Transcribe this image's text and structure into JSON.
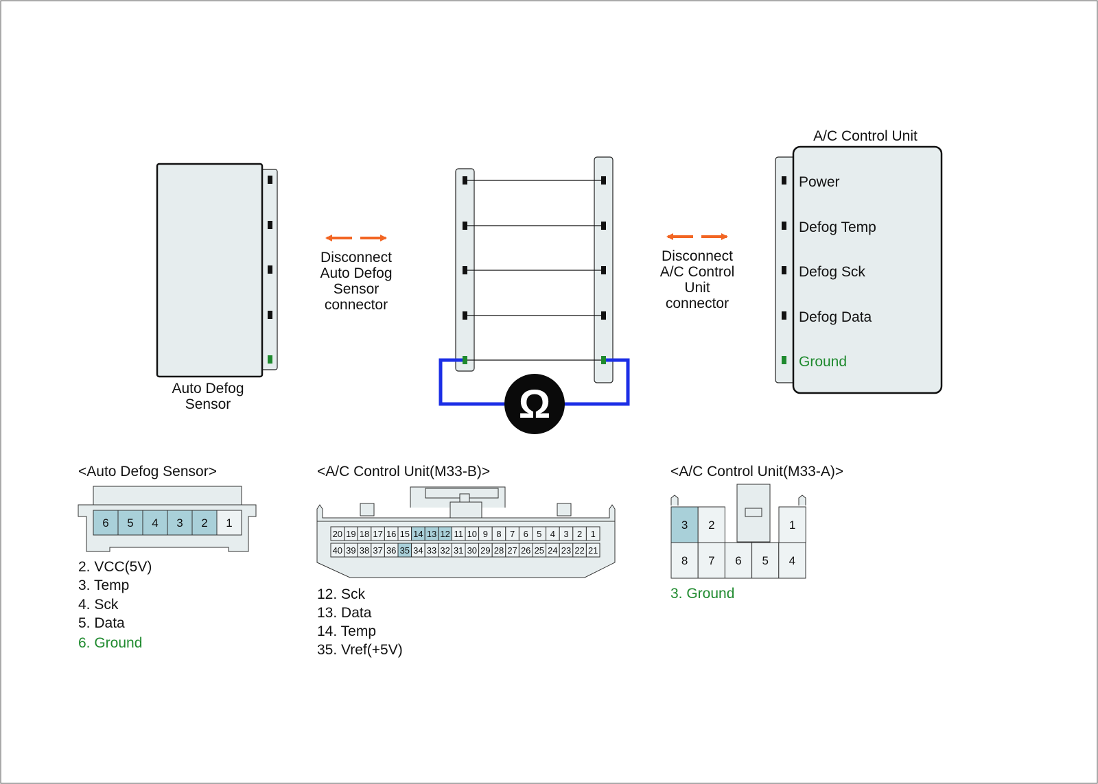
{
  "colors": {
    "ground_green": "#1f8a2e",
    "arrow_orange": "#f26522",
    "meter_blue": "#1b2ee6",
    "pin_highlight": "#a9d0d9",
    "box_fill": "#e6edee"
  },
  "sensor": {
    "title_line1": "Auto Defog",
    "title_line2": "Sensor"
  },
  "disconnect_left": {
    "line1": "Disconnect",
    "line2": "Auto Defog",
    "line3": "Sensor",
    "line4": "connector"
  },
  "disconnect_right": {
    "line1": "Disconnect",
    "line2": "A/C Control",
    "line3": "Unit",
    "line4": "connector"
  },
  "ac_unit": {
    "title": "A/C Control Unit",
    "pins": [
      "Power",
      "Defog Temp",
      "Defog Sck",
      "Defog Data",
      "Ground"
    ]
  },
  "ohmmeter": {
    "symbol": "Ω"
  },
  "connector_sensor": {
    "title": "<Auto Defog Sensor>",
    "pins": [
      "6",
      "5",
      "4",
      "3",
      "2",
      "1"
    ],
    "highlighted": [
      "6",
      "5",
      "4",
      "3",
      "2"
    ],
    "legend": [
      "2. VCC(5V)",
      "3. Temp",
      "4. Sck",
      "5. Data",
      "6. Ground"
    ]
  },
  "connector_m33b": {
    "title": "<A/C Control Unit(M33-B)>",
    "row1": [
      "20",
      "19",
      "18",
      "17",
      "16",
      "15",
      "14",
      "13",
      "12",
      "11",
      "10",
      "9",
      "8",
      "7",
      "6",
      "5",
      "4",
      "3",
      "2",
      "1"
    ],
    "row2": [
      "40",
      "39",
      "38",
      "37",
      "36",
      "35",
      "34",
      "33",
      "32",
      "31",
      "30",
      "29",
      "28",
      "27",
      "26",
      "25",
      "24",
      "23",
      "22",
      "21"
    ],
    "highlighted": [
      "14",
      "13",
      "12",
      "35"
    ],
    "legend": [
      "12. Sck",
      "13. Data",
      "14. Temp",
      "35. Vref(+5V)"
    ]
  },
  "connector_m33a": {
    "title": "<A/C Control Unit(M33-A)>",
    "top_pins": [
      "3",
      "2",
      "1"
    ],
    "bottom_pins": [
      "8",
      "7",
      "6",
      "5",
      "4"
    ],
    "highlighted": [
      "3"
    ],
    "legend": [
      "3. Ground"
    ]
  }
}
